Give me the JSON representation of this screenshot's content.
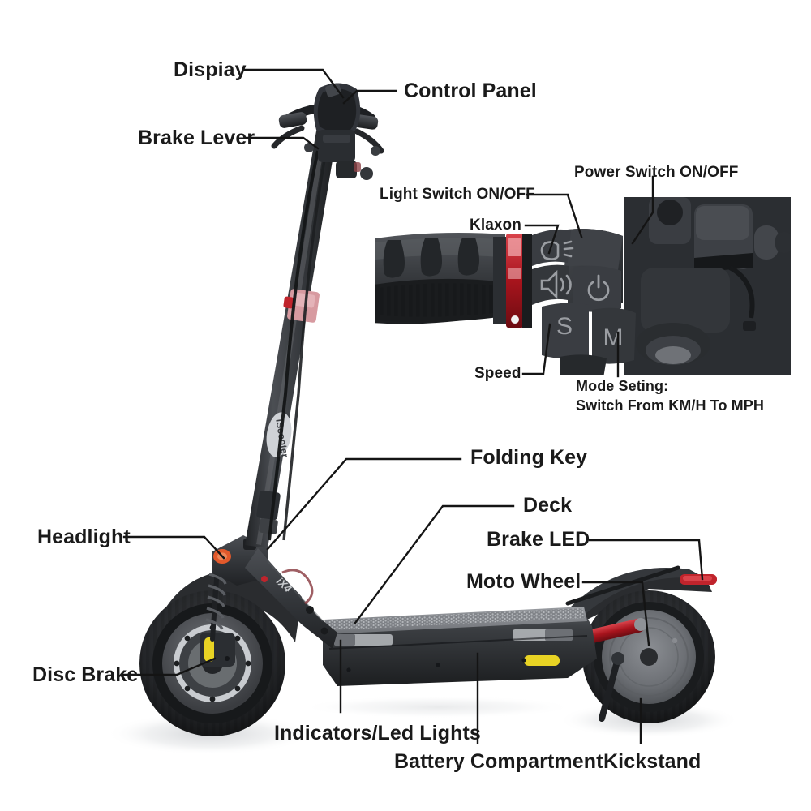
{
  "meta": {
    "title": "iScooter iX4 Electric Scooter — Annotated Parts Diagram",
    "background_color": "#ffffff",
    "label_color": "#1a1a1a",
    "leader_color": "#141414",
    "accent_red": "#c0242c",
    "accent_yellow": "#e8d324",
    "accent_orange": "#e2592b",
    "brand_badge": "iScooter",
    "model_badge": "iX4"
  },
  "labels": {
    "display": "Dispiay",
    "control_panel": "Control Panel",
    "brake_lever": "Brake Lever",
    "power_switch": "Power Switch ON/OFF",
    "light_switch": "Light Switch ON/OFF",
    "klaxon": "Klaxon",
    "speed": "Speed",
    "mode_setting_line1": "Mode Seting:",
    "mode_setting_line2": "Switch From KM/H To MPH",
    "folding_key": "Folding Key",
    "deck": "Deck",
    "brake_led": "Brake LED",
    "moto_wheel": "Moto Wheel",
    "headlight": "Headlight",
    "disc_brake": "Disc Brake",
    "indicators": "Indicators/Led Lights",
    "battery_compartment": "Battery Compartment",
    "kickstand": "Kickstand"
  },
  "inset": {
    "name": "handlebar-control-panel-closeup",
    "buttons": {
      "headlight_icon": "headlight-icon",
      "horn_icon": "horn-icon",
      "power_icon": "power-icon",
      "speed_button": "S",
      "mode_button": "M"
    }
  },
  "callouts": [
    {
      "id": "display",
      "label": "Dispiay",
      "target": "display-unit"
    },
    {
      "id": "control-panel",
      "label": "Control Panel",
      "target": "control-panel"
    },
    {
      "id": "brake-lever",
      "label": "Brake Lever",
      "target": "brake-lever"
    },
    {
      "id": "power-switch",
      "label": "Power Switch ON/OFF",
      "target": "power-button"
    },
    {
      "id": "light-switch",
      "label": "Light Switch ON/OFF",
      "target": "headlight-button"
    },
    {
      "id": "klaxon",
      "label": "Klaxon",
      "target": "horn-button"
    },
    {
      "id": "speed",
      "label": "Speed",
      "target": "throttle-collar"
    },
    {
      "id": "mode-setting",
      "label": "Mode Seting: Switch From KM/H To MPH",
      "target": "mode-button"
    },
    {
      "id": "folding-key",
      "label": "Folding Key",
      "target": "folding-latch"
    },
    {
      "id": "deck",
      "label": "Deck",
      "target": "deck"
    },
    {
      "id": "brake-led",
      "label": "Brake LED",
      "target": "rear-brake-light"
    },
    {
      "id": "moto-wheel",
      "label": "Moto Wheel",
      "target": "rear-hub-motor"
    },
    {
      "id": "headlight",
      "label": "Headlight",
      "target": "front-headlight"
    },
    {
      "id": "disc-brake",
      "label": "Disc Brake",
      "target": "front-disc-brake"
    },
    {
      "id": "indicators",
      "label": "Indicators/Led Lights",
      "target": "deck-side-led"
    },
    {
      "id": "battery-compartment",
      "label": "Battery Compartment",
      "target": "battery-housing"
    },
    {
      "id": "kickstand",
      "label": "Kickstand",
      "target": "kickstand"
    }
  ]
}
